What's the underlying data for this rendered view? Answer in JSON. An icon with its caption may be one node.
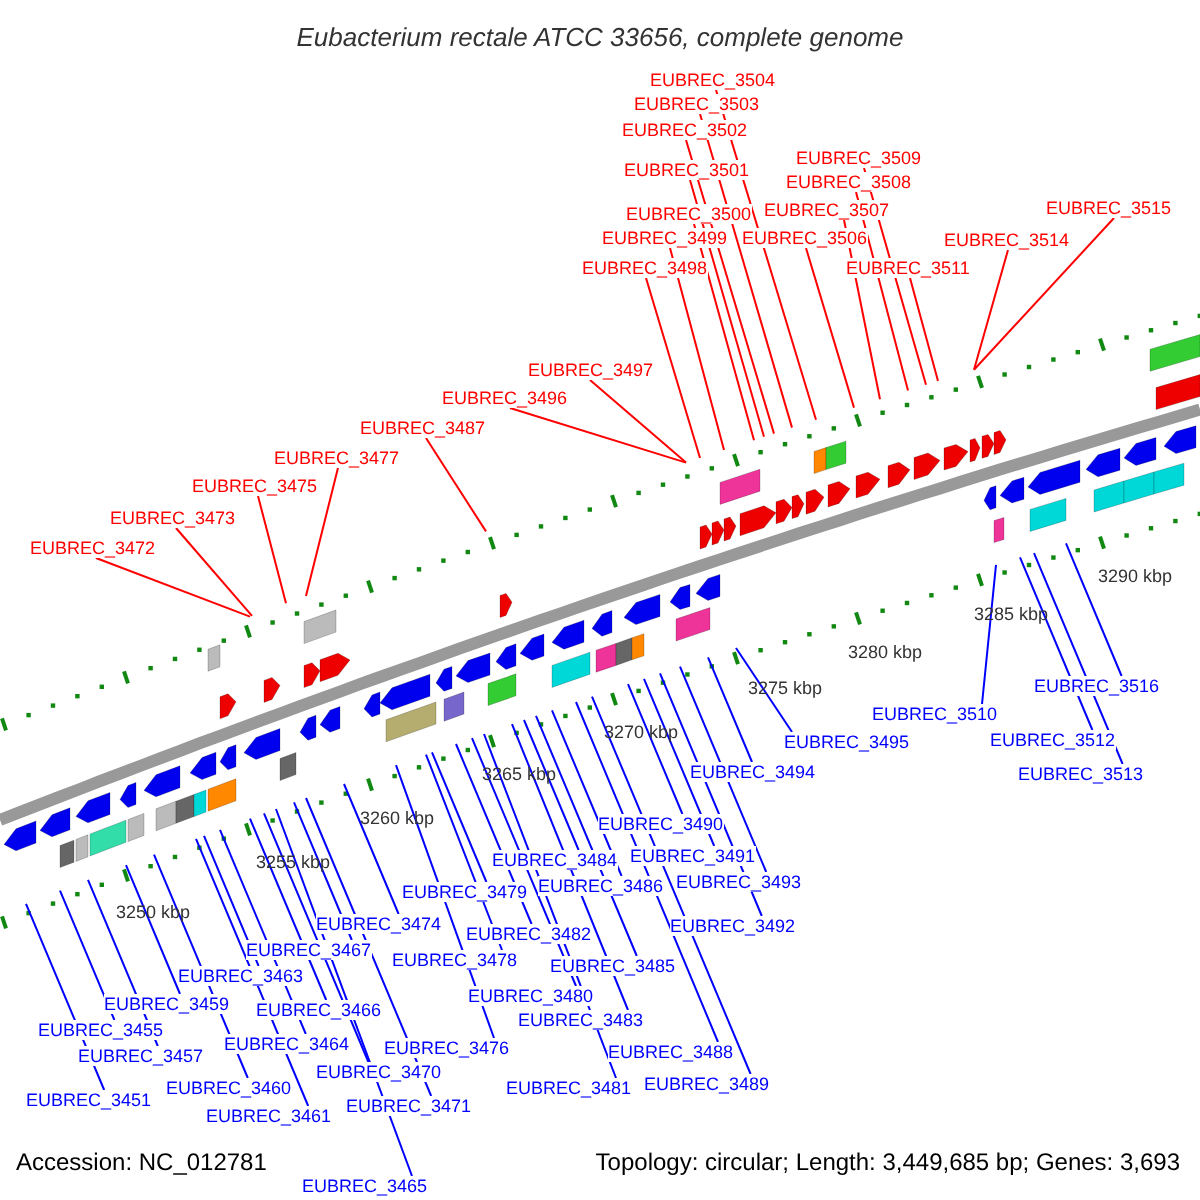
{
  "diagram": {
    "title": "Eubacterium rectale ATCC 33656, complete genome",
    "nodes": [
      {
        "text": [
          "EUBREC_3504"
        ]
      },
      {
        "text": [
          "EUBREC_3503"
        ]
      },
      {
        "text": [
          "EUBREC_3502"
        ]
      },
      {
        "text": [
          "EUBREC_3509"
        ]
      },
      {
        "text": [
          "EUBREC_3501"
        ]
      },
      {
        "text": [
          "EUBREC_3508"
        ]
      },
      {
        "text": [
          "EUBREC_3515"
        ]
      },
      {
        "text": [
          "EUBREC_3507"
        ]
      },
      {
        "text": [
          "EUBREC_3500"
        ]
      },
      {
        "text": [
          "EUBREC_3499"
        ]
      },
      {
        "text": [
          "EUBREC_3506"
        ]
      },
      {
        "text": [
          "EUBREC_3514"
        ]
      },
      {
        "text": [
          "EUBREC_3498"
        ]
      },
      {
        "text": [
          "EUBREC_3511"
        ]
      },
      {
        "text": [
          "EUBREC_3497"
        ]
      },
      {
        "text": [
          "EUBREC_3496"
        ]
      },
      {
        "text": [
          "EUBREC_3487"
        ]
      },
      {
        "text": [
          "EUBREC_3477"
        ]
      },
      {
        "text": [
          "EUBREC_3475"
        ]
      },
      {
        "text": [
          "EUBREC_3473"
        ]
      },
      {
        "text": [
          "EUBREC_3472"
        ]
      },
      {
        "text": [
          "EUBREC_3516"
        ]
      },
      {
        "text": [
          "EUBREC_3510"
        ]
      },
      {
        "text": [
          "EUBREC_3512"
        ]
      },
      {
        "text": [
          "EUBREC_3495"
        ]
      },
      {
        "text": [
          "EUBREC_3513"
        ]
      },
      {
        "text": [
          "EUBREC_3494"
        ]
      },
      {
        "text": [
          "EUBREC_3490"
        ]
      },
      {
        "text": [
          "EUBREC_3491"
        ]
      },
      {
        "text": [
          "EUBREC_3484"
        ]
      },
      {
        "text": [
          "EUBREC_3493"
        ]
      },
      {
        "text": [
          "EUBREC_3486"
        ]
      },
      {
        "text": [
          "EUBREC_3479"
        ]
      },
      {
        "text": [
          "EUBREC_3474"
        ]
      },
      {
        "text": [
          "EUBREC_3492"
        ]
      },
      {
        "text": [
          "EUBREC_3482"
        ]
      },
      {
        "text": [
          "EUBREC_3467"
        ]
      },
      {
        "text": [
          "EUBREC_3478"
        ]
      },
      {
        "text": [
          "EUBREC_3485"
        ]
      },
      {
        "text": [
          "EUBREC_3463"
        ]
      },
      {
        "text": [
          "EUBREC_3480"
        ]
      },
      {
        "text": [
          "EUBREC_3459"
        ]
      },
      {
        "text": [
          "EUBREC_3466"
        ]
      },
      {
        "text": [
          "EUBREC_3483"
        ]
      },
      {
        "text": [
          "EUBREC_3455"
        ]
      },
      {
        "text": [
          "EUBREC_3464"
        ]
      },
      {
        "text": [
          "EUBREC_3476"
        ]
      },
      {
        "text": [
          "EUBREC_3488"
        ]
      },
      {
        "text": [
          "EUBREC_3457"
        ]
      },
      {
        "text": [
          "EUBREC_3470"
        ]
      },
      {
        "text": [
          "EUBREC_3489"
        ]
      },
      {
        "text": [
          "EUBREC_3460"
        ]
      },
      {
        "text": [
          "EUBREC_3481"
        ]
      },
      {
        "text": [
          "EUBREC_3451"
        ]
      },
      {
        "text": [
          "EUBREC_3471"
        ]
      },
      {
        "text": [
          "EUBREC_3461"
        ]
      },
      {
        "text": [
          "EUBREC_3465"
        ]
      }
    ],
    "edges": [
      {
        "from": 0,
        "to": null,
        "arrow": "none",
        "color": "#ff0000"
      },
      {
        "from": 1,
        "to": null,
        "arrow": "none",
        "color": "#ff0000"
      },
      {
        "from": 2,
        "to": null,
        "arrow": "none",
        "color": "#ff0000"
      },
      {
        "from": 3,
        "to": null,
        "arrow": "none",
        "color": "#ff0000"
      },
      {
        "from": 4,
        "to": null,
        "arrow": "none",
        "color": "#ff0000"
      },
      {
        "from": 5,
        "to": null,
        "arrow": "none",
        "color": "#ff0000"
      },
      {
        "from": 6,
        "to": null,
        "arrow": "none",
        "color": "#ff0000"
      },
      {
        "from": 7,
        "to": null,
        "arrow": "none",
        "color": "#ff0000"
      },
      {
        "from": 8,
        "to": null,
        "arrow": "none",
        "color": "#ff0000"
      },
      {
        "from": 9,
        "to": null,
        "arrow": "none",
        "color": "#ff0000"
      },
      {
        "from": 10,
        "to": null,
        "arrow": "none",
        "color": "#ff0000"
      },
      {
        "from": 11,
        "to": null,
        "arrow": "none",
        "color": "#ff0000"
      },
      {
        "from": 12,
        "to": null,
        "arrow": "none",
        "color": "#ff0000"
      },
      {
        "from": 13,
        "to": null,
        "arrow": "none",
        "color": "#ff0000"
      },
      {
        "from": 14,
        "to": null,
        "arrow": "none",
        "color": "#ff0000"
      },
      {
        "from": 15,
        "to": null,
        "arrow": "none",
        "color": "#ff0000"
      },
      {
        "from": 16,
        "to": null,
        "arrow": "none",
        "color": "#ff0000"
      },
      {
        "from": 17,
        "to": null,
        "arrow": "none",
        "color": "#ff0000"
      },
      {
        "from": 18,
        "to": null,
        "arrow": "none",
        "color": "#ff0000"
      },
      {
        "from": 19,
        "to": null,
        "arrow": "none",
        "color": "#ff0000"
      },
      {
        "from": 20,
        "to": null,
        "arrow": "none",
        "color": "#ff0000"
      },
      {
        "from": 21,
        "to": null,
        "arrow": "none"
      },
      {
        "from": 22,
        "to": null,
        "arrow": "none"
      },
      {
        "from": 23,
        "to": null,
        "arrow": "none"
      },
      {
        "from": 24,
        "to": null,
        "arrow": "none"
      },
      {
        "from": 25,
        "to": null,
        "arrow": "none"
      },
      {
        "from": 26,
        "to": null,
        "arrow": "none"
      },
      {
        "from": 27,
        "to": null,
        "arrow": "none"
      },
      {
        "from": 28,
        "to": null,
        "arrow": "none"
      },
      {
        "from": 29,
        "to": null,
        "arrow": "none"
      },
      {
        "from": 30,
        "to": null,
        "arrow": "none"
      },
      {
        "from": 31,
        "to": null,
        "arrow": "none"
      },
      {
        "from": 32,
        "to": null,
        "arrow": "none"
      },
      {
        "from": 33,
        "to": null,
        "arrow": "none"
      },
      {
        "from": 34,
        "to": null,
        "arrow": "none"
      },
      {
        "from": 35,
        "to": null,
        "arrow": "none"
      },
      {
        "from": 36,
        "to": null,
        "arrow": "none"
      },
      {
        "from": 37,
        "to": null,
        "arrow": "none"
      },
      {
        "from": 38,
        "to": null,
        "arrow": "none"
      },
      {
        "from": 39,
        "to": null,
        "arrow": "none"
      },
      {
        "from": 40,
        "to": null,
        "arrow": "none"
      },
      {
        "from": 41,
        "to": null,
        "arrow": "none"
      },
      {
        "from": 42,
        "to": null,
        "arrow": "none"
      },
      {
        "from": 43,
        "to": null,
        "arrow": "none"
      },
      {
        "from": 44,
        "to": null,
        "arrow": "none"
      },
      {
        "from": 45,
        "to": null,
        "arrow": "none"
      },
      {
        "from": 46,
        "to": null,
        "arrow": "none"
      },
      {
        "from": 47,
        "to": null,
        "arrow": "none"
      },
      {
        "from": 48,
        "to": null,
        "arrow": "none"
      },
      {
        "from": 49,
        "to": null,
        "arrow": "none"
      },
      {
        "from": 50,
        "to": null,
        "arrow": "none"
      },
      {
        "from": 51,
        "to": null,
        "arrow": "none"
      },
      {
        "from": 52,
        "to": null,
        "arrow": "none"
      },
      {
        "from": 53,
        "to": null,
        "arrow": "none"
      },
      {
        "from": 54,
        "to": null,
        "arrow": "none"
      },
      {
        "from": 55,
        "to": null,
        "arrow": "none"
      },
      {
        "from": 56,
        "to": null,
        "arrow": "none"
      }
    ],
    "labels": [
      "3290 kbp",
      "3285 kbp",
      "3280 kbp",
      "3275 kbp",
      "3270 kbp",
      "3265 kbp",
      "3260 kbp",
      "3255 kbp",
      "3250 kbp",
      "Accession: NC_012781",
      "Topology: circular; Length: 3,449,685 bp; Genes: 3,693"
    ]
  }
}
